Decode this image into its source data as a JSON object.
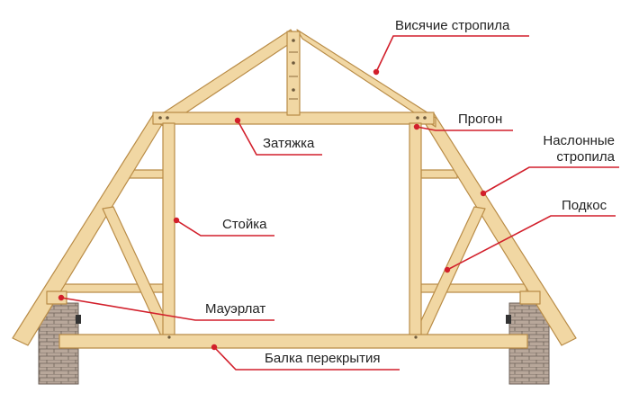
{
  "labels": {
    "hanging_rafters": "Висячие стропила",
    "purlin": "Прогон",
    "layered_rafters_line1": "Наслонные",
    "layered_rafters_line2": "стропила",
    "tie_beam": "Затяжка",
    "strut": "Подкос",
    "post": "Стойка",
    "mauerlat": "Мауэрлат",
    "floor_beam": "Балка перекрытия"
  },
  "colors": {
    "wood_fill": "#f1d7a3",
    "wood_stroke": "#b98c47",
    "brick_fill": "#b8a79a",
    "brick_line": "#6e6259",
    "leader_line": "#d21f2b",
    "text": "#222222"
  }
}
